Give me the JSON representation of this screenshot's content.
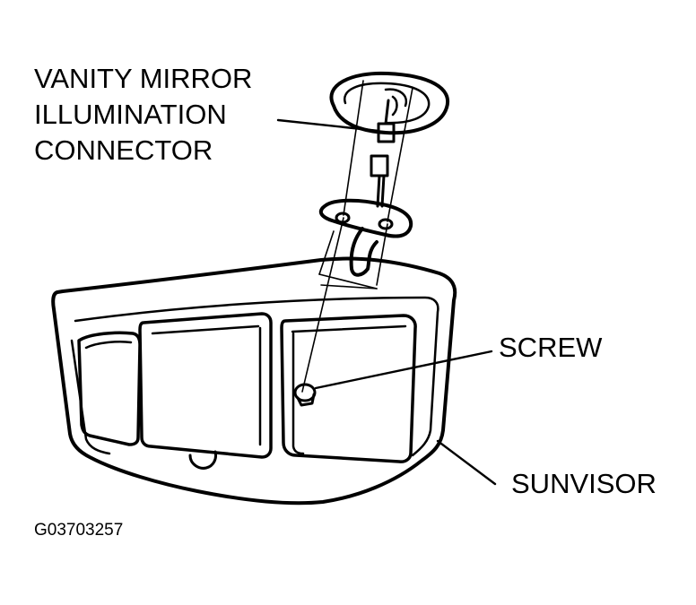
{
  "labels": {
    "connector_line1": "VANITY MIRROR",
    "connector_line2": "ILLUMINATION",
    "connector_line3": "CONNECTOR",
    "screw": "SCREW",
    "sunvisor": "SUNVISOR",
    "figure_code": "G03703257"
  }
}
